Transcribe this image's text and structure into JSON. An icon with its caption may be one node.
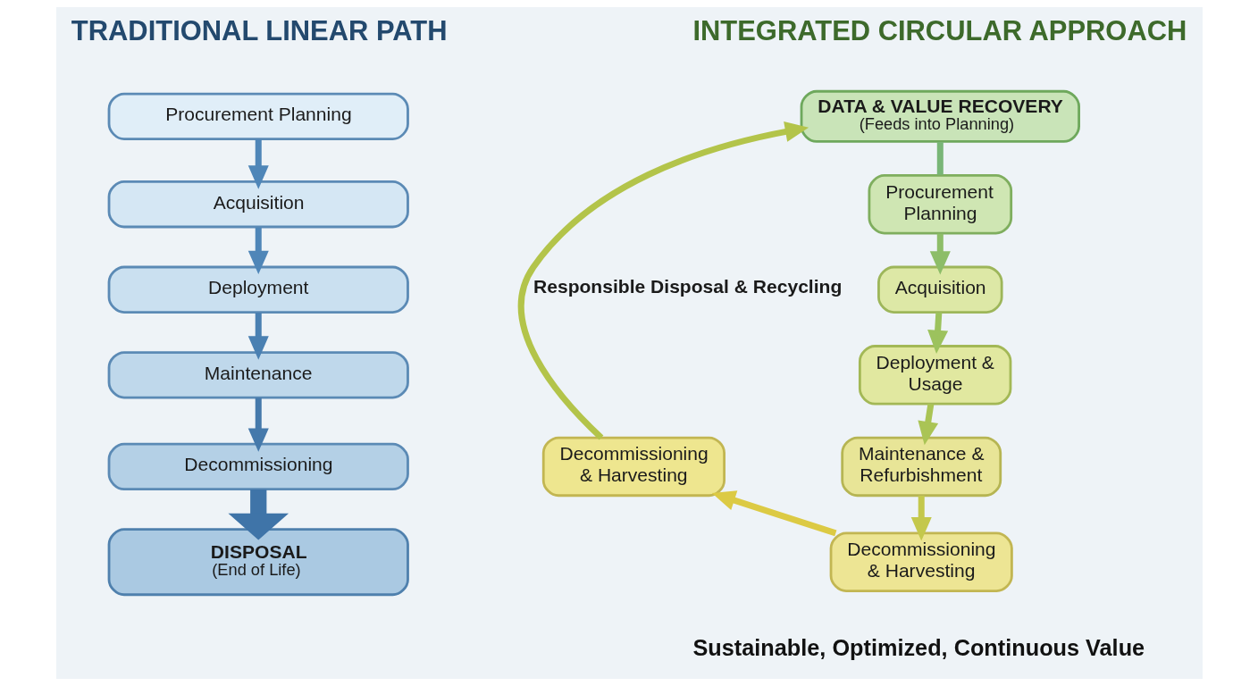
{
  "diagram": {
    "nodes": [
      {
        "text": [
          "Procurement Planning"
        ]
      },
      {
        "text": [
          "Acquisition"
        ]
      },
      {
        "text": [
          "Deployment"
        ]
      },
      {
        "text": [
          "Maintenance"
        ]
      },
      {
        "text": [
          "Decommissioning"
        ]
      },
      {
        "text": [
          "DISPOSAL",
          "(End of Life)"
        ]
      },
      {
        "text": [
          "DATA & VALUE RECOVERY",
          "(Feeds into Planning)"
        ]
      },
      {
        "text": [
          "Procurement Planning"
        ]
      },
      {
        "text": [
          "Acquisition"
        ]
      },
      {
        "text": [
          "Deployment & Usage"
        ]
      },
      {
        "text": [
          "Maintenance & Refurbishment"
        ]
      },
      {
        "text": [
          "Decommissioning & Harvesting"
        ]
      },
      {
        "text": [
          "Decommissioning & Harvesting"
        ]
      }
    ],
    "edges": [
      {
        "from": 0,
        "to": 1,
        "arrow": "to",
        "color": "#4f86b8"
      },
      {
        "from": 1,
        "to": 2,
        "arrow": "to",
        "color": "#4f86b8"
      },
      {
        "from": 2,
        "to": 3,
        "arrow": "to",
        "color": "#4a80b2"
      },
      {
        "from": 3,
        "to": 4,
        "arrow": "to",
        "color": "#4579ab"
      },
      {
        "from": 4,
        "to": 5,
        "arrow": "to",
        "style": "thick",
        "color": "#3f74a8"
      },
      {
        "from": 6,
        "to": 7,
        "arrow": "none",
        "color": "#79b677"
      },
      {
        "from": 7,
        "to": 8,
        "arrow": "to",
        "color": "#8dbd68"
      },
      {
        "from": 8,
        "to": 9,
        "arrow": "to",
        "color": "#9cc25d"
      },
      {
        "from": 9,
        "to": 10,
        "arrow": "to",
        "color": "#aac455"
      },
      {
        "from": 10,
        "to": 11,
        "arrow": "to",
        "color": "#c4c84c"
      },
      {
        "from": 11,
        "to": 12,
        "arrow": "to",
        "color": "#dcca44"
      },
      {
        "from": 12,
        "to": 6,
        "arrow": "to",
        "label": "Responsible Disposal & Recycling",
        "color": "#b3c44a"
      }
    ],
    "labels": [
      "TRADITIONAL LINEAR PATH",
      "INTEGRATED CIRCULAR APPROACH",
      "Sustainable, Optimized, Continuous Value"
    ]
  }
}
